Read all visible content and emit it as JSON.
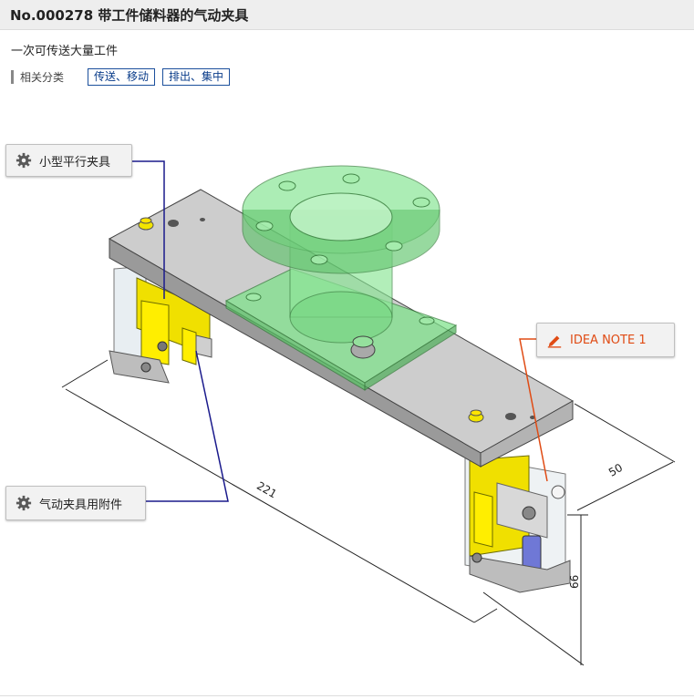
{
  "header": {
    "title": "No.000278 带工件储料器的气动夹具"
  },
  "subtitle": "一次可传送大量工件",
  "related": {
    "label": "相关分类",
    "tags": [
      "传送、移动",
      "排出、集中"
    ]
  },
  "callouts": {
    "small_gripper": "小型平行夹具",
    "attachment": "气动夹具用附件",
    "idea_note": "IDEA NOTE 1"
  },
  "dimensions": {
    "length": "221",
    "width": "50",
    "height": "66"
  },
  "colors": {
    "link_blue": "#1b4f9c",
    "leader_blue": "#1a1a8c",
    "idea_orange": "#e04b14",
    "plate_gray": "#c8c8c8",
    "green": "#5fd36a",
    "yellow": "#f2e400"
  },
  "icons": {
    "callout": "gear-icon",
    "idea": "pencil-icon"
  }
}
